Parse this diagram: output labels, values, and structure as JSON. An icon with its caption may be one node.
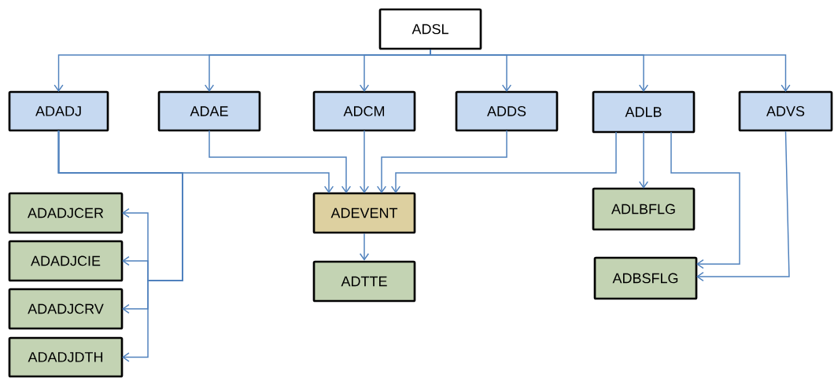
{
  "diagram": {
    "nodes": [
      {
        "text": [
          "ADSL"
        ]
      },
      {
        "text": [
          "ADADJ"
        ]
      },
      {
        "text": [
          "ADAE"
        ]
      },
      {
        "text": [
          "ADCM"
        ]
      },
      {
        "text": [
          "ADDS"
        ]
      },
      {
        "text": [
          "ADLB"
        ]
      },
      {
        "text": [
          "ADVS"
        ]
      },
      {
        "text": [
          "ADADJCER"
        ]
      },
      {
        "text": [
          "ADADJCIE"
        ]
      },
      {
        "text": [
          "ADADJCRV"
        ]
      },
      {
        "text": [
          "ADADJDTH"
        ]
      },
      {
        "text": [
          "ADEVENT"
        ]
      },
      {
        "text": [
          "ADTTE"
        ]
      },
      {
        "text": [
          "ADLBFLG"
        ]
      },
      {
        "text": [
          "ADBSFLG"
        ]
      }
    ],
    "edges": [
      {
        "from": 0,
        "to": 1,
        "arrow": "to"
      },
      {
        "from": 0,
        "to": 2,
        "arrow": "to"
      },
      {
        "from": 0,
        "to": 3,
        "arrow": "to"
      },
      {
        "from": 0,
        "to": 4,
        "arrow": "to"
      },
      {
        "from": 0,
        "to": 5,
        "arrow": "to"
      },
      {
        "from": 0,
        "to": 6,
        "arrow": "to"
      },
      {
        "from": 1,
        "to": 11,
        "arrow": "to"
      },
      {
        "from": 2,
        "to": 11,
        "arrow": "to"
      },
      {
        "from": 3,
        "to": 11,
        "arrow": "to"
      },
      {
        "from": 4,
        "to": 11,
        "arrow": "to"
      },
      {
        "from": 5,
        "to": 11,
        "arrow": "to"
      },
      {
        "from": 1,
        "to": 7,
        "arrow": "to"
      },
      {
        "from": 1,
        "to": 8,
        "arrow": "to"
      },
      {
        "from": 1,
        "to": 9,
        "arrow": "to"
      },
      {
        "from": 1,
        "to": 10,
        "arrow": "to"
      },
      {
        "from": 11,
        "to": 12,
        "arrow": "to"
      },
      {
        "from": 5,
        "to": 13,
        "arrow": "to"
      },
      {
        "from": 5,
        "to": 14,
        "arrow": "to"
      },
      {
        "from": 6,
        "to": 14,
        "arrow": "to"
      }
    ]
  }
}
